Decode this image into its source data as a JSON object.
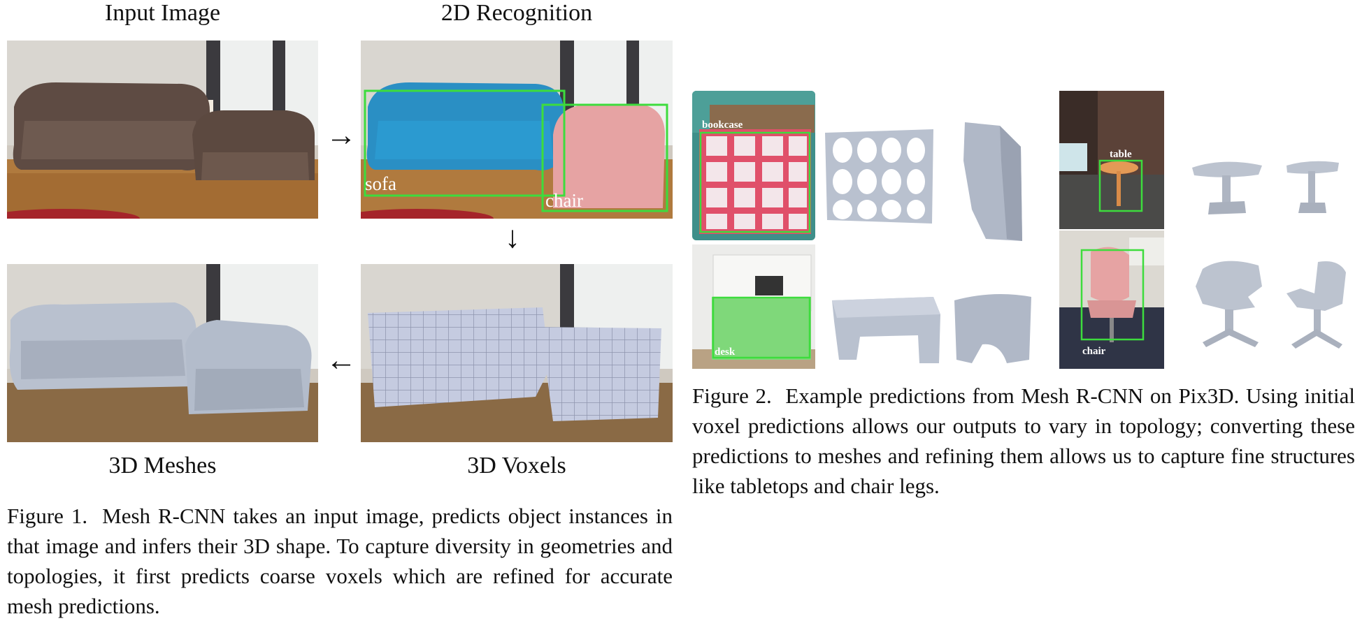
{
  "figure1": {
    "titles": {
      "input": "Input Image",
      "recognition": "2D Recognition",
      "meshes": "3D Meshes",
      "voxels": "3D Voxels"
    },
    "box_labels": {
      "sofa": "sofa",
      "chair": "chair"
    },
    "caption_label": "Figure 1.",
    "caption_text": "Mesh R-CNN takes an input image, predicts object instances in that image and infers their 3D shape. To capture diversity in geometries and topologies, it first predicts coarse voxels which are refined for accurate mesh predictions."
  },
  "figure2": {
    "box_labels": {
      "bookcase": "bookcase",
      "desk": "desk",
      "table": "table",
      "chair": "chair"
    },
    "caption_label": "Figure 2.",
    "caption_text": "Example predictions from Mesh R-CNN on Pix3D. Using initial voxel predictions allows our outputs to vary in topology; converting these predictions to meshes and refining them allows us to capture fine structures like tabletops and chair legs."
  },
  "colors": {
    "box": "#3ddc3d",
    "sofa_mask": "#2a8fc4",
    "chair_mask": "#e6a3a3",
    "mesh": "#b9c1cf",
    "bookcase": "#e0506a",
    "desk": "#7fd87a"
  }
}
